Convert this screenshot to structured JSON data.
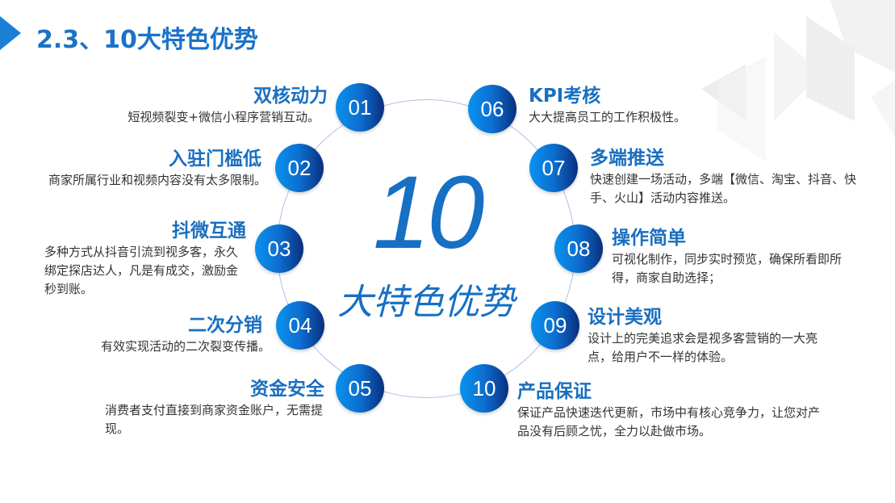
{
  "title": "2.3、10大特色优势",
  "center": {
    "number": "10",
    "label": "大特色优势"
  },
  "features": [
    {
      "num": "01",
      "title": "双核动力",
      "desc": "短视频裂变+微信小程序营销互动。"
    },
    {
      "num": "02",
      "title": "入驻门槛低",
      "desc": "商家所属行业和视频内容没有太多限制。"
    },
    {
      "num": "03",
      "title": "抖微互通",
      "desc": "多种方式从抖音引流到视多客，永久绑定探店达人，凡是有成交，激励金秒到账。"
    },
    {
      "num": "04",
      "title": "二次分销",
      "desc": "有效实现活动的二次裂变传播。"
    },
    {
      "num": "05",
      "title": "资金安全",
      "desc": "消费者支付直接到商家资金账户，无需提现。"
    },
    {
      "num": "06",
      "title": "KPI考核",
      "desc": "大大提高员工的工作积极性。"
    },
    {
      "num": "07",
      "title": "多端推送",
      "desc": "快速创建一场活动，多端【微信、淘宝、抖音、快手、火山】活动内容推送。"
    },
    {
      "num": "08",
      "title": "操作简单",
      "desc": "可视化制作，同步实时预览，确保所看即所得，商家自助选择；"
    },
    {
      "num": "09",
      "title": "设计美观",
      "desc": "设计上的完美追求会是视多客营销的一大亮点，给用户不一样的体验。"
    },
    {
      "num": "10",
      "title": "产品保证",
      "desc": "保证产品快速迭代更新，市场中有核心竞争力，让您对产品没有后顾之忧，全力以赴做市场。"
    }
  ]
}
